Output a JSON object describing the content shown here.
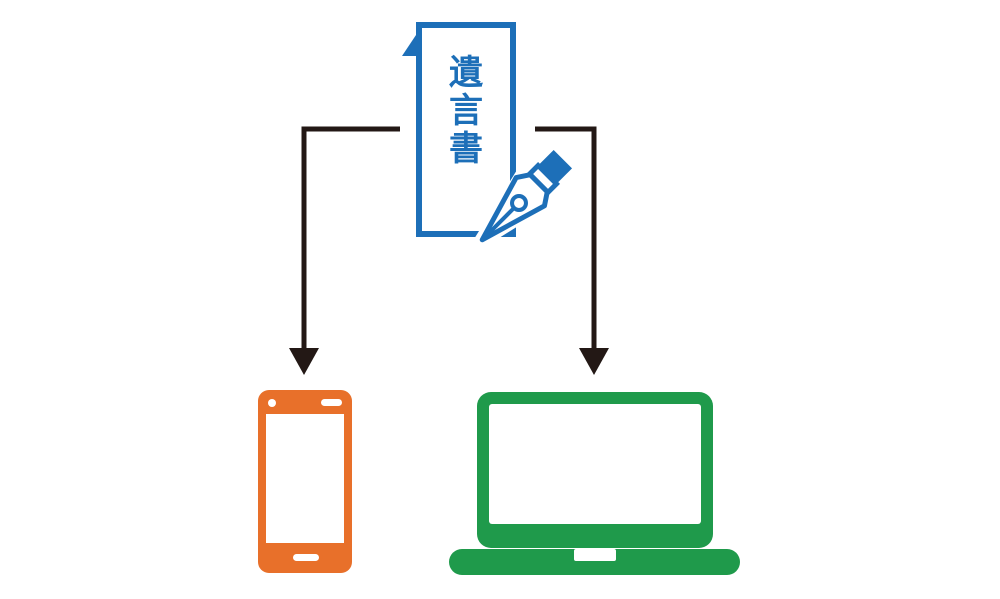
{
  "document": {
    "title_chars": [
      "遺",
      "言",
      "書"
    ]
  },
  "colors": {
    "document_blue": "#1d6fb8",
    "phone_orange": "#e8702a",
    "laptop_green": "#1f9a4b",
    "arrow_dark": "#231815"
  },
  "icons": {
    "document": "will-document-icon",
    "pen": "fountain-pen-icon",
    "phone": "smartphone-icon",
    "laptop": "laptop-icon"
  }
}
